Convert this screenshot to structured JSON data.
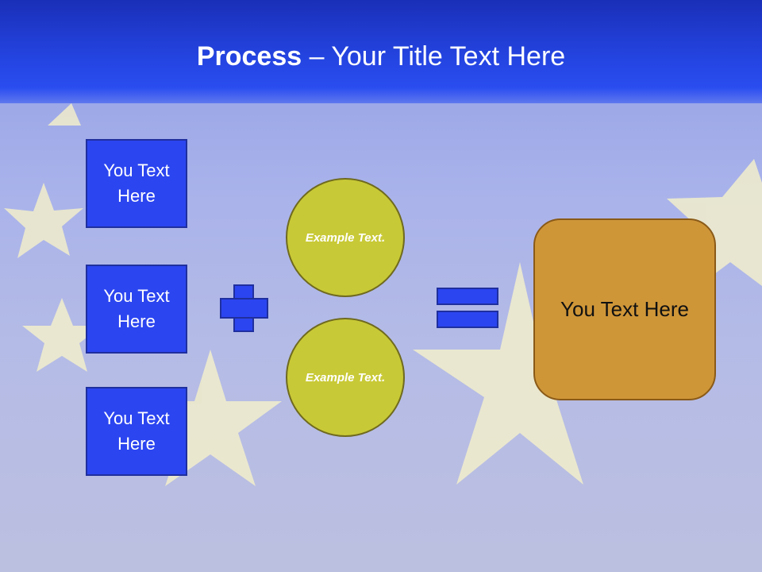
{
  "slide": {
    "title_bold": "Process",
    "title_rest": " – Your Title Text Here",
    "inputs": [
      {
        "label": "You Text Here"
      },
      {
        "label": "You Text Here"
      },
      {
        "label": "You Text Here"
      }
    ],
    "circles": [
      {
        "label": "Example Text."
      },
      {
        "label": "Example Text."
      }
    ],
    "result": {
      "label": "You Text Here"
    },
    "operators": {
      "plus": "plus-icon",
      "equals": "equals-icon"
    }
  },
  "colors": {
    "header": "#2444e0",
    "box_fill": "#2b45f0",
    "circle_fill": "#c8c936",
    "result_fill": "#cf9638",
    "star": "#f2eecb"
  }
}
